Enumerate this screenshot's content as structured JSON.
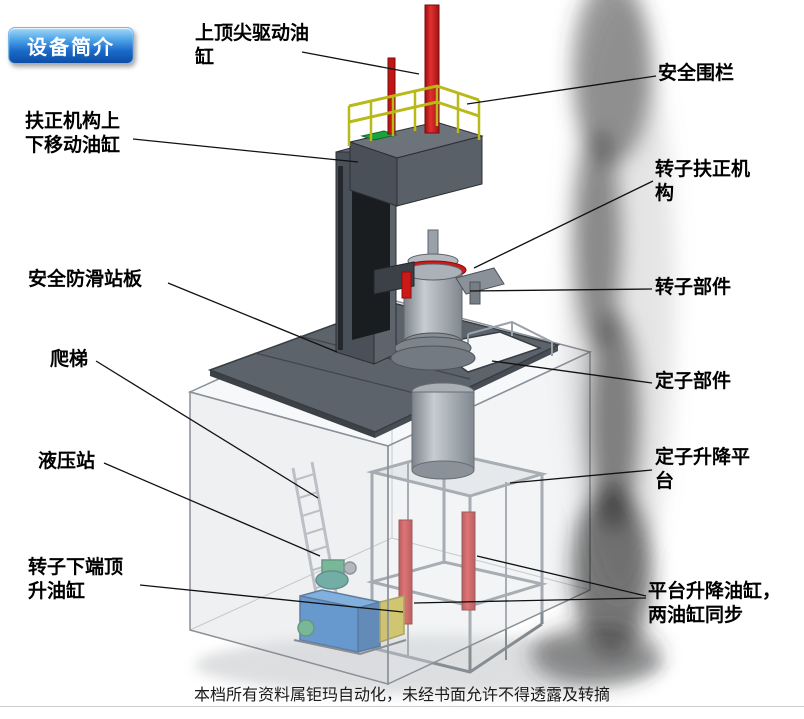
{
  "badge": {
    "label": "设备简介"
  },
  "labels": {
    "top_spindle_cylinder": "上顶尖驱动油\n缸",
    "safety_fence": "安全围栏",
    "centering_lift_cylinder": "扶正机构上\n下移动油缸",
    "rotor_centering_mechanism": "转子扶正机\n构",
    "anti_slip_platform": "安全防滑站板",
    "rotor_component": "转子部件",
    "ladder": "爬梯",
    "stator_component": "定子部件",
    "hydraulic_station": "液压站",
    "stator_lift_platform": "定子升降平\n台",
    "rotor_bottom_jack_cylinder": "转子下端顶\n升油缸",
    "platform_lift_cylinders": "平台升降油缸，\n两油缸同步"
  },
  "footer": {
    "text": "本档所有资料属钜玛自动化，未经书面允许不得透露及转摘"
  },
  "colors": {
    "badge_blue": "#1b6bca",
    "accent_red": "#cf1818",
    "railing_yellow": "#b9b917",
    "hydraulic_blue": "#1f6fc4",
    "machine_gray": "#9aa1a8",
    "plate_dark": "#5c636b",
    "leader_line": "#111111"
  }
}
